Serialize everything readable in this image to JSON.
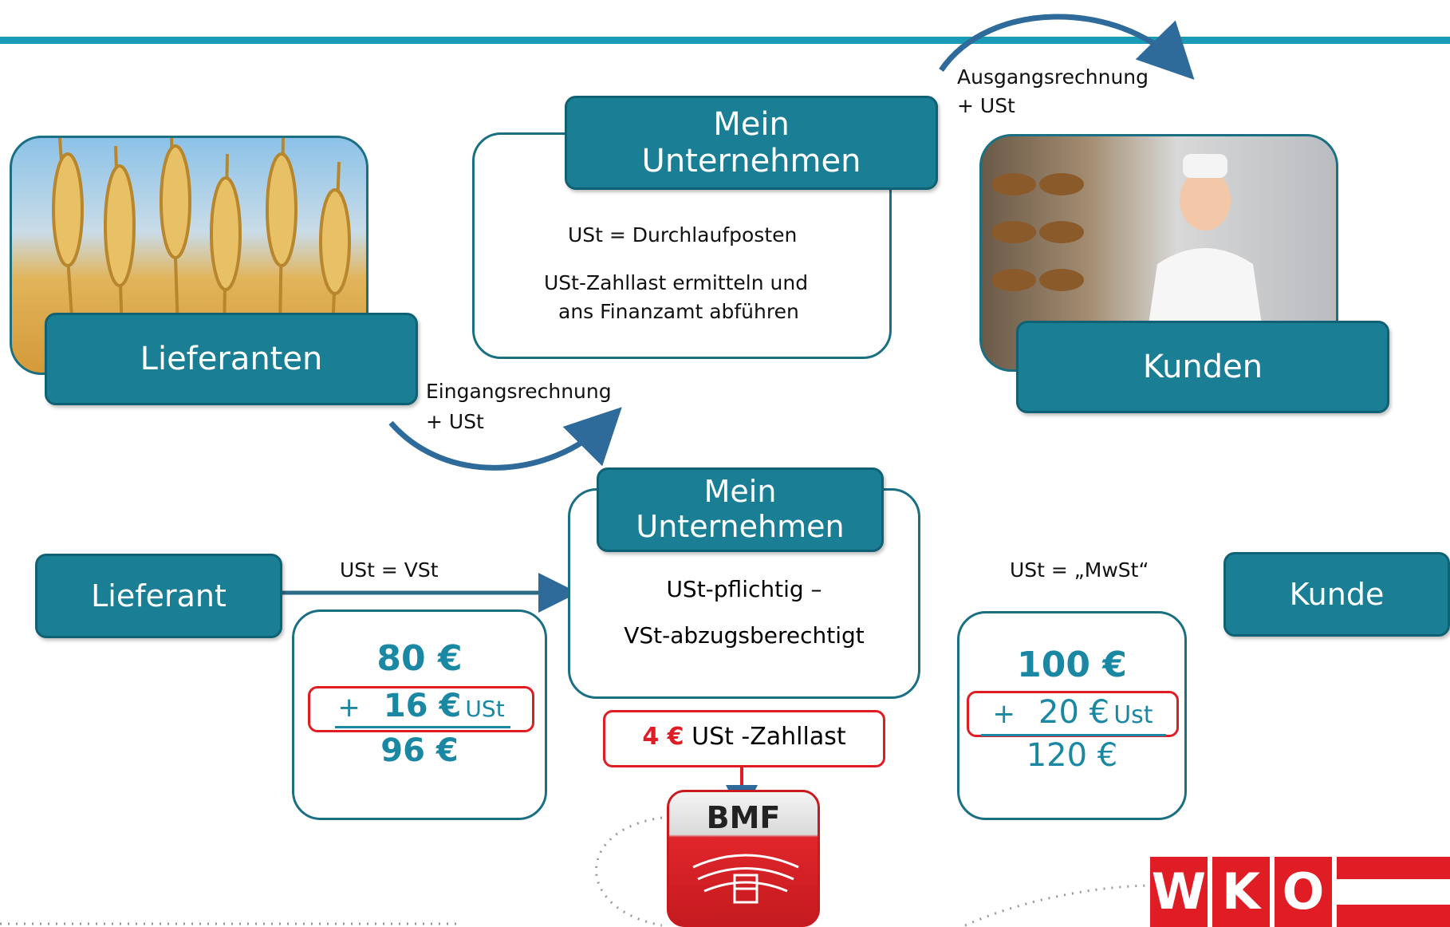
{
  "top": {
    "lieferanten_label": "Lieferanten",
    "mein_unternehmen_label": "Mein Unternehmen",
    "kunden_label": "Kunden",
    "ust_line1": "USt = Durchlaufposten",
    "ust_line2a": "USt-Zahllast ermitteln und",
    "ust_line2b": "ans Finanzamt abführen",
    "eingang_line1": "Eingangsrechnung",
    "eingang_line2": "+ USt",
    "ausgang_line1": "Ausgangsrechnung",
    "ausgang_line2": "+ USt"
  },
  "bottom": {
    "lieferant_label": "Lieferant",
    "kunde_label": "Kunde",
    "mein_unternehmen_label": "Mein Unternehmen",
    "ust_vst": "USt = VSt",
    "ust_mwst": "USt = „MwSt“",
    "pflichtig": "USt-pflichtig –",
    "abzug": "VSt-abzugsberechtigt",
    "left_net": "80 €",
    "left_tax_prefix": "+",
    "left_tax_amount": "16 €",
    "left_tax_suffix": "USt",
    "left_gross": "96 €",
    "right_net": "100 €",
    "right_tax_prefix": "+",
    "right_tax_amount": "20 €",
    "right_tax_suffix": "Ust",
    "right_gross": "120 €",
    "zahllast_amount": "4 €",
    "zahllast_label": "USt -Zahllast"
  },
  "logos": {
    "bmf": "BMF",
    "wko": [
      "W",
      "K",
      "O"
    ]
  },
  "colors": {
    "teal": "#1a7f95",
    "amount": "#1a88a3",
    "red": "#e01c24",
    "topline": "#1a9bb8"
  }
}
